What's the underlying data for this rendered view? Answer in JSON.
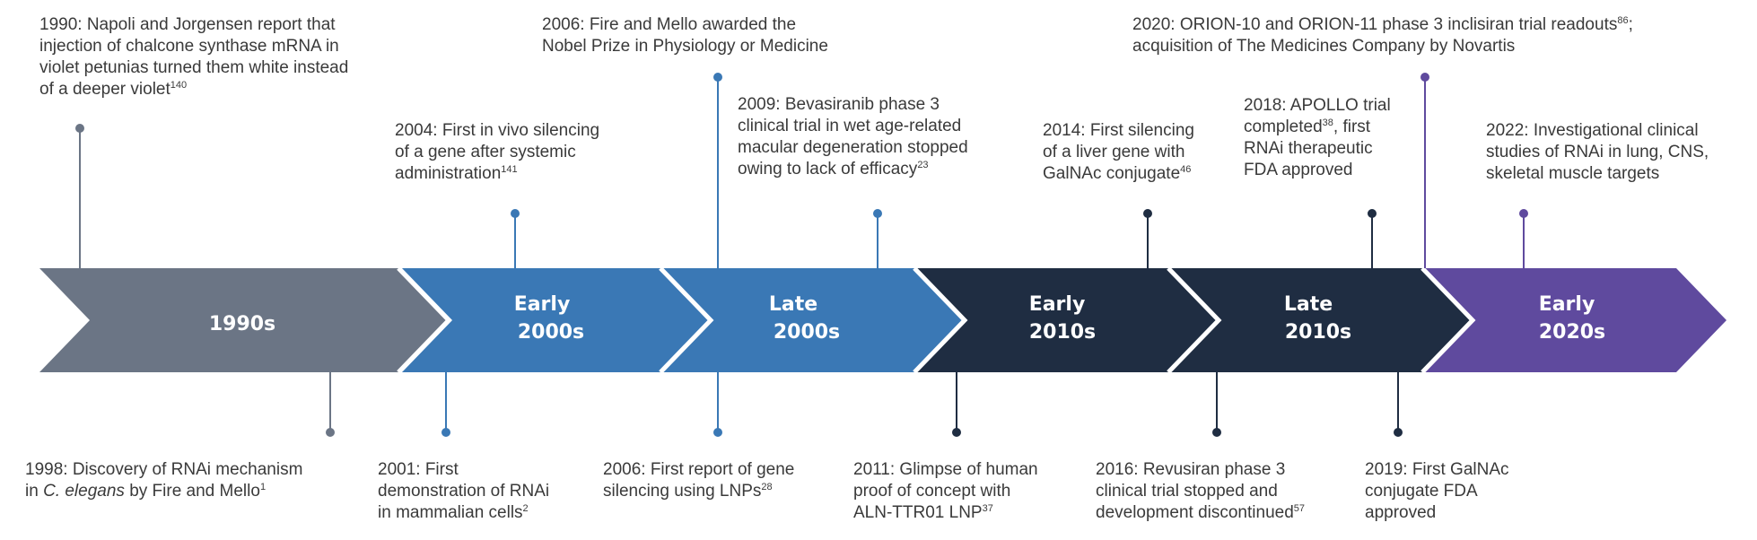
{
  "colors": {
    "1990s": "#6b7585",
    "early2000s": "#3a78b5",
    "late2000s": "#3a78b5",
    "early2010s": "#1f2d42",
    "late2010s": "#1f2d42",
    "early2020s": "#5f4a9e"
  },
  "periods": [
    {
      "line1": "1990s",
      "line2": ""
    },
    {
      "line1": "Early",
      "line2": "2000s"
    },
    {
      "line1": "Late",
      "line2": "2000s"
    },
    {
      "line1": "Early",
      "line2": "2010s"
    },
    {
      "line1": "Late",
      "line2": "2010s"
    },
    {
      "line1": "Early",
      "line2": "2020s"
    }
  ],
  "events": {
    "e1990": {
      "lines": [
        "1990: Napoli and Jorgensen report that",
        "injection of chalcone synthase mRNA in",
        "violet petunias turned them white instead",
        "of a deeper violet"
      ],
      "ref": "140"
    },
    "e2004": {
      "lines": [
        "2004: First in vivo silencing",
        "of a gene after systemic",
        "administration"
      ],
      "ref": "141"
    },
    "e2006a": {
      "lines": [
        "2006: Fire and Mello awarded the",
        "Nobel Prize in Physiology or Medicine"
      ]
    },
    "e2009": {
      "lines": [
        "2009: Bevasiranib phase 3",
        "clinical trial in wet age-related",
        "macular degeneration stopped",
        "owing to lack of efficacy"
      ],
      "ref": "23"
    },
    "e2014": {
      "lines": [
        "2014: First silencing",
        "of a liver gene with",
        "GalNAc conjugate"
      ],
      "ref": "46"
    },
    "e2020": {
      "line1": "2020: ORION-10 and ORION-11 phase 3 inclisiran trial readouts",
      "ref": "86",
      "line1_tail": ";",
      "line2": "acquisition of The Medicines Company by Novartis"
    },
    "e2018": {
      "l1": "2018: APOLLO trial",
      "l2a": "completed",
      "ref": "38",
      "l2b": ", first",
      "l3": "RNAi therapeutic",
      "l4": "FDA approved"
    },
    "e2022": {
      "lines": [
        "2022: Investigational clinical",
        "studies of RNAi in lung, CNS,",
        "skeletal muscle targets"
      ]
    },
    "e1998": {
      "l1": "1998: Discovery of RNAi mechanism",
      "l2a": "in ",
      "l2i": "C. elegans",
      "l2b": " by Fire and Mello",
      "ref": "1"
    },
    "e2001": {
      "lines": [
        "2001: First",
        "demonstration of RNAi",
        "in mammalian cells"
      ],
      "ref": "2"
    },
    "e2006b": {
      "lines": [
        "2006: First report of gene",
        "silencing using LNPs"
      ],
      "ref": "28"
    },
    "e2011": {
      "lines": [
        "2011: Glimpse of human",
        "proof of concept with",
        "ALN-TTR01 LNP"
      ],
      "ref": "37"
    },
    "e2016": {
      "lines": [
        "2016: Revusiran phase 3",
        "clinical trial stopped and",
        "development discontinued"
      ],
      "ref": "57"
    },
    "e2019": {
      "lines": [
        "2019: First GalNAc",
        "conjugate FDA",
        "approved"
      ]
    }
  }
}
